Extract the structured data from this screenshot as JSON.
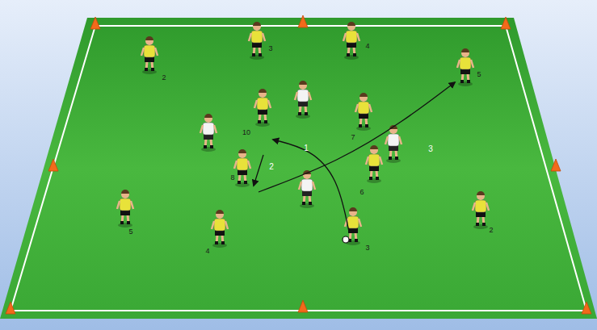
{
  "diagram": {
    "labels": [
      "2",
      "3",
      "4",
      "5",
      "10",
      "1",
      "7",
      "2",
      "8",
      "6",
      "3",
      "5",
      "4",
      "3",
      "2"
    ]
  }
}
